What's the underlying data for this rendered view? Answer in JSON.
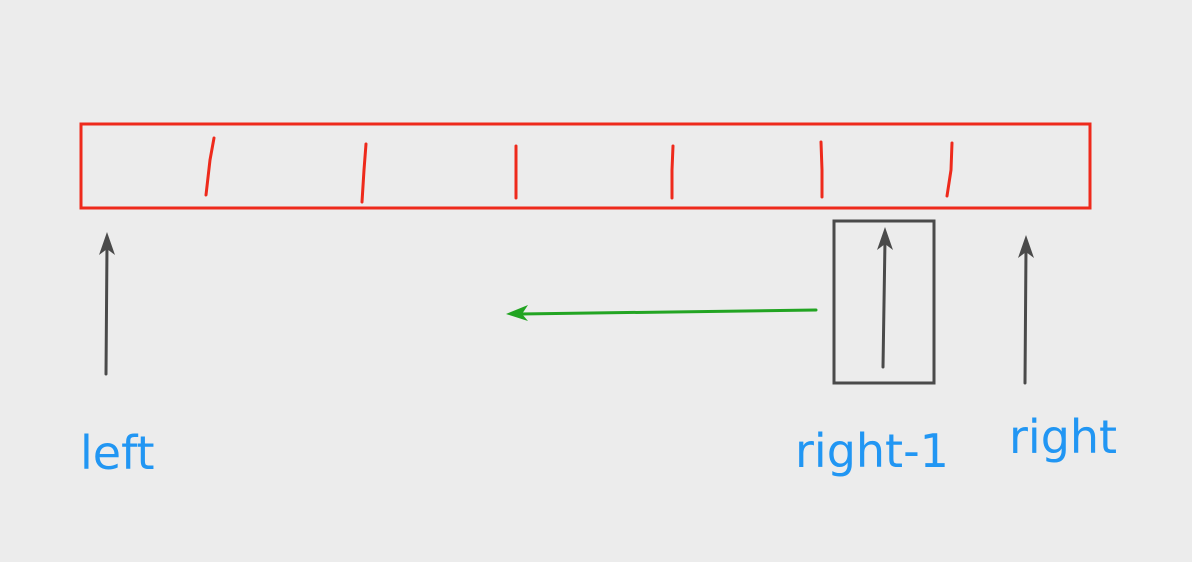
{
  "labels": {
    "left": "left",
    "right_minus_one": "right-1",
    "right": "right"
  },
  "colors": {
    "background": "#ececec",
    "array_border": "#ee2a1c",
    "tick": "#ee2a1c",
    "pointer_arrow": "#4a4a4a",
    "highlight_box": "#4a4a4a",
    "move_arrow": "#22a422",
    "label_text": "#2196f3"
  },
  "icons": {
    "left_pointer": "up-arrow-icon",
    "right_minus_one_pointer": "up-arrow-icon",
    "right_pointer": "up-arrow-icon",
    "move_direction": "left-arrow-icon"
  }
}
